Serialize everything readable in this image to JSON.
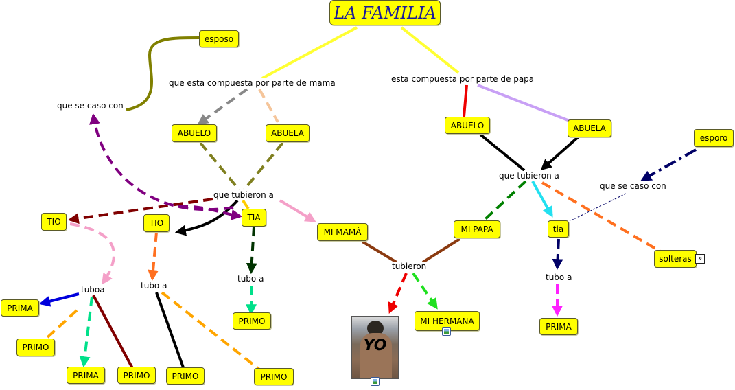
{
  "title": "LA FAMILIA",
  "nodes": {
    "esposo": "esposo",
    "abuelo_m": "ABUELO",
    "abuela_m": "ABUELA",
    "abuelo_p": "ABUELO",
    "abuela_p": "ABUELA",
    "esporo": "esporo",
    "tio_left": "TIO",
    "tio_mid": "TIO",
    "tia": "TIA",
    "mi_mama": "MI MAMÁ",
    "mi_papa": "MI PAPA",
    "tia_p": "tia",
    "solteras": "solteras",
    "prima_1": "PRIMA",
    "primo_1": "PRIMO",
    "prima_2": "PRIMA",
    "primo_2": "PRIMO",
    "primo_3": "PRIMO",
    "primo_4": "PRIMO",
    "primo_tia": "PRIMO",
    "mi_hermana": "MI HERMANA",
    "prima_p": "PRIMA",
    "yo": "YO"
  },
  "phrases": {
    "mama_side": "que esta compuesta por parte de mama",
    "papa_side": "esta compuesta por parte de papa",
    "caso_m": "que se caso con",
    "tubieron_m": "que tubieron a",
    "tubieron_p": "que tubieron a",
    "caso_p": "que se caso con",
    "tuboa": "tuboa",
    "tubo_a_1": "tubo a",
    "tubo_a_2": "tubo a",
    "tubieron": "tubieron",
    "tubo_a_3": "tubo a"
  },
  "icons": {
    "image": "image-attachment-icon",
    "expand": "expand-icon"
  },
  "colors": {
    "node_fill": "#ffff00",
    "title_text": "#1a1a9a"
  }
}
